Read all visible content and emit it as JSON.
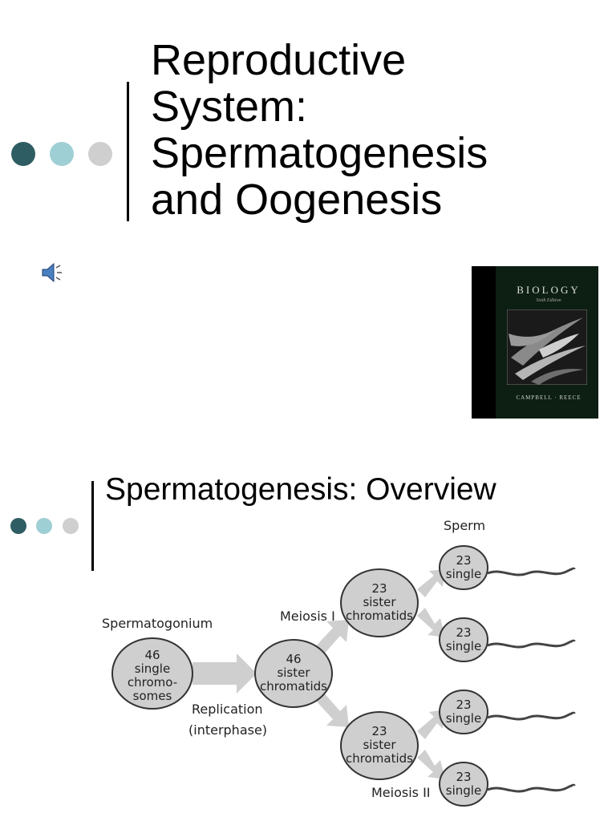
{
  "slide1": {
    "title_lines": [
      "Reproductive",
      "System:",
      "Spermatogenesis",
      "and Oogenesis"
    ],
    "bullet_colors": [
      "#2e5d63",
      "#9ecfd4",
      "#cfcfcf"
    ],
    "speaker_icon": "speaker-icon",
    "book_cover": {
      "title": "BIOLOGY",
      "edition": "Sixth Edition",
      "authors": "CAMPBELL · REECE"
    }
  },
  "slide2": {
    "title": "Spermatogenesis: Overview",
    "bullet_colors": [
      "#2e5d63",
      "#9ecfd4",
      "#cfcfcf"
    ],
    "diagram": {
      "label_spermatogonium": "Spermatogonium",
      "label_sperm": "Sperm",
      "label_meiosis1": "Meiosis I",
      "label_meiosis2": "Meiosis II",
      "label_replication_1": "Replication",
      "label_replication_2": "(interphase)",
      "cell_spermatogonium": [
        "46",
        "single",
        "chromo-",
        "somes"
      ],
      "cell_replicated": [
        "46",
        "sister",
        "chromatids"
      ],
      "cell_secondary_top": [
        "23",
        "sister",
        "chromatids"
      ],
      "cell_secondary_bottom": [
        "23",
        "sister",
        "chromatids"
      ],
      "cell_sperm_1": [
        "23",
        "single"
      ],
      "cell_sperm_2": [
        "23",
        "single"
      ],
      "cell_sperm_3": [
        "23",
        "single"
      ],
      "cell_sperm_4": [
        "23",
        "single"
      ]
    }
  }
}
